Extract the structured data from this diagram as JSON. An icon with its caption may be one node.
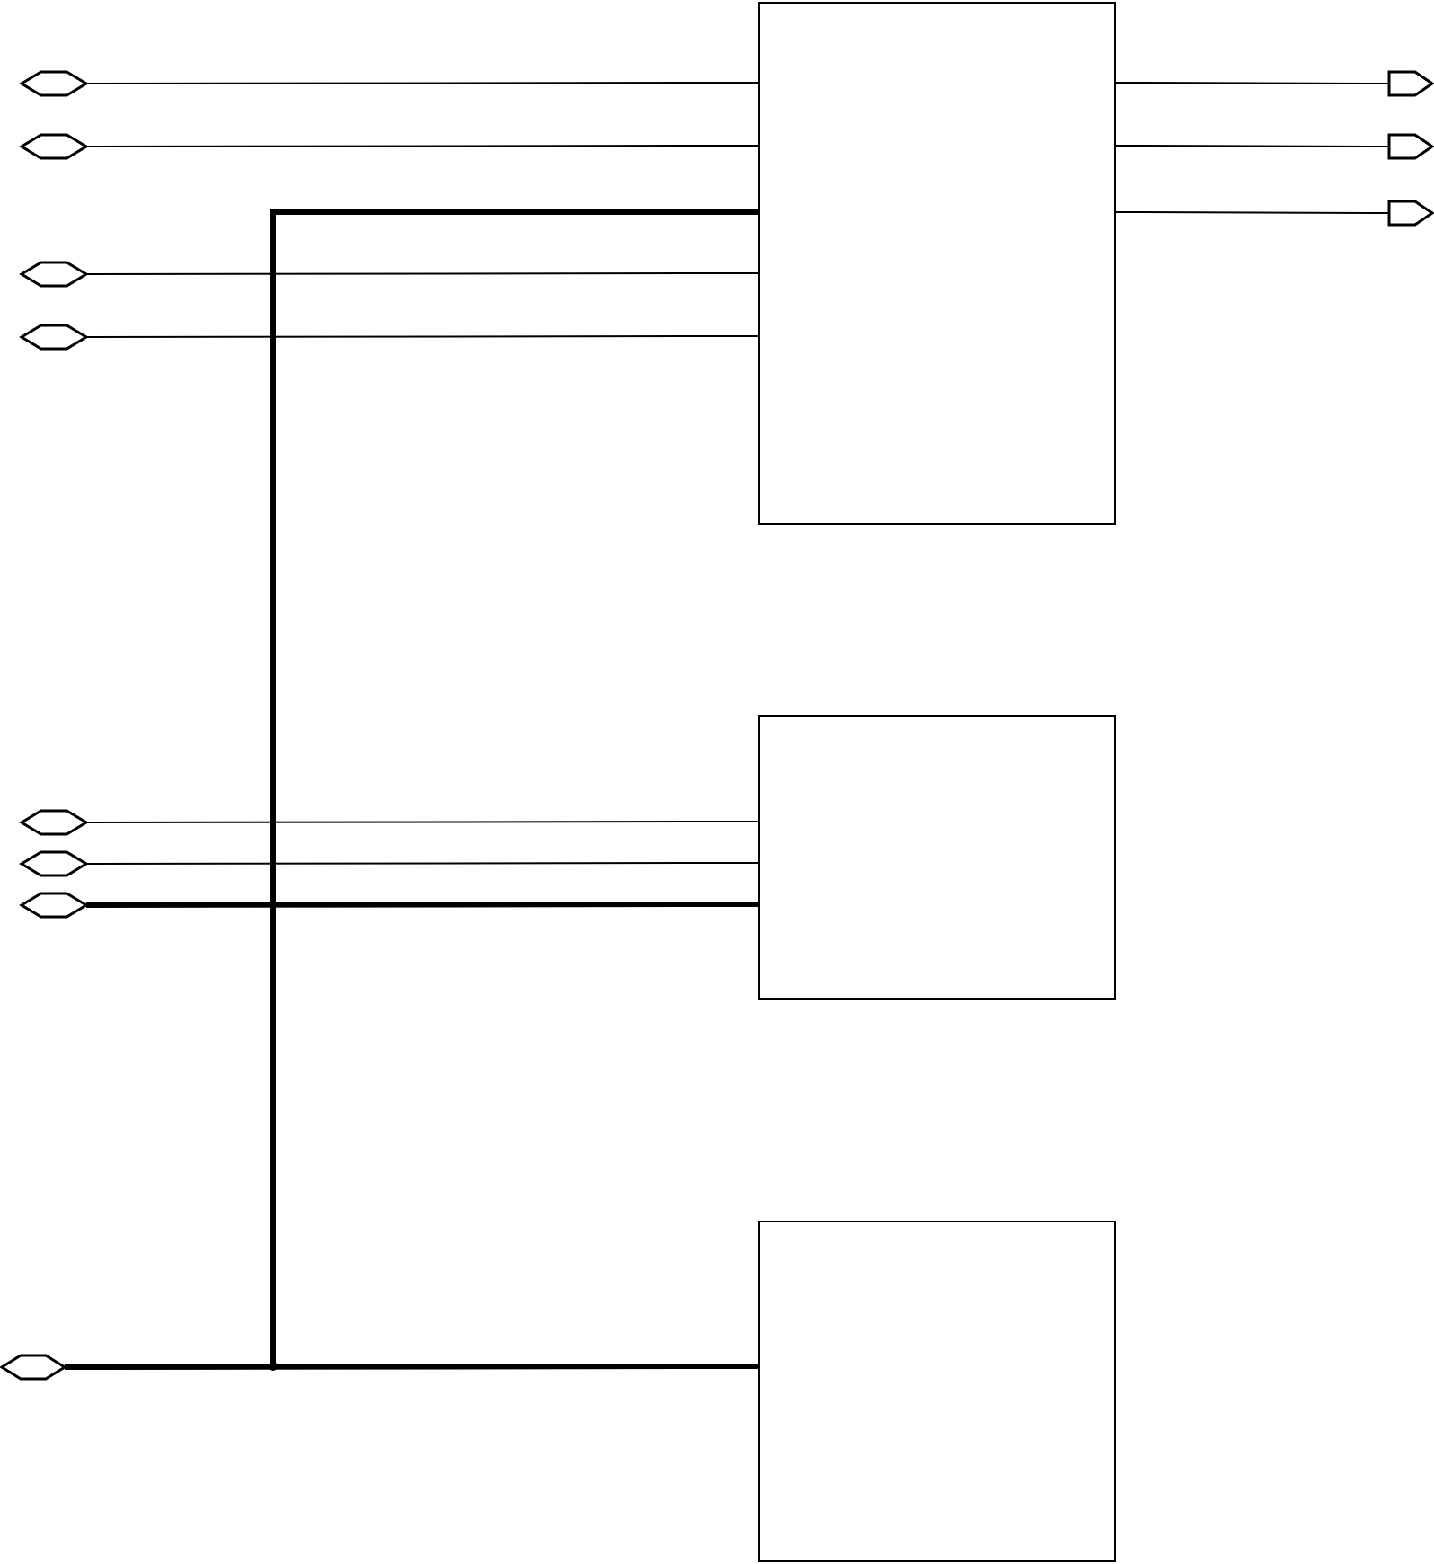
{
  "diagram": {
    "nodes": [
      {
        "text": [],
        "shape": "box"
      },
      {
        "text": [],
        "shape": "box"
      },
      {
        "text": [],
        "shape": "box"
      },
      {
        "text": [],
        "shape": "hexagon"
      },
      {
        "text": [],
        "shape": "hexagon"
      },
      {
        "text": [],
        "shape": "hexagon"
      },
      {
        "text": [],
        "shape": "hexagon"
      },
      {
        "text": [],
        "shape": "hexagon"
      },
      {
        "text": [],
        "shape": "hexagon"
      },
      {
        "text": [],
        "shape": "hexagon"
      },
      {
        "text": [],
        "shape": "hexagon"
      },
      {
        "text": [],
        "shape": "pentagon"
      },
      {
        "text": [],
        "shape": "pentagon"
      },
      {
        "text": [],
        "shape": "pentagon"
      }
    ],
    "edges": [
      {
        "from": 3,
        "to": 0,
        "arrow": "none"
      },
      {
        "from": 4,
        "to": 0,
        "arrow": "none"
      },
      {
        "from": 10,
        "to": 0,
        "arrow": "none",
        "style": "thick"
      },
      {
        "from": 5,
        "to": 0,
        "arrow": "none"
      },
      {
        "from": 6,
        "to": 0,
        "arrow": "none"
      },
      {
        "from": 0,
        "to": 11,
        "arrow": "none"
      },
      {
        "from": 0,
        "to": 12,
        "arrow": "none"
      },
      {
        "from": 0,
        "to": 13,
        "arrow": "none"
      },
      {
        "from": 7,
        "to": 1,
        "arrow": "none"
      },
      {
        "from": 8,
        "to": 1,
        "arrow": "none"
      },
      {
        "from": 9,
        "to": 1,
        "arrow": "none",
        "style": "thick"
      },
      {
        "from": 10,
        "to": 2,
        "arrow": "none",
        "style": "thick"
      }
    ]
  }
}
